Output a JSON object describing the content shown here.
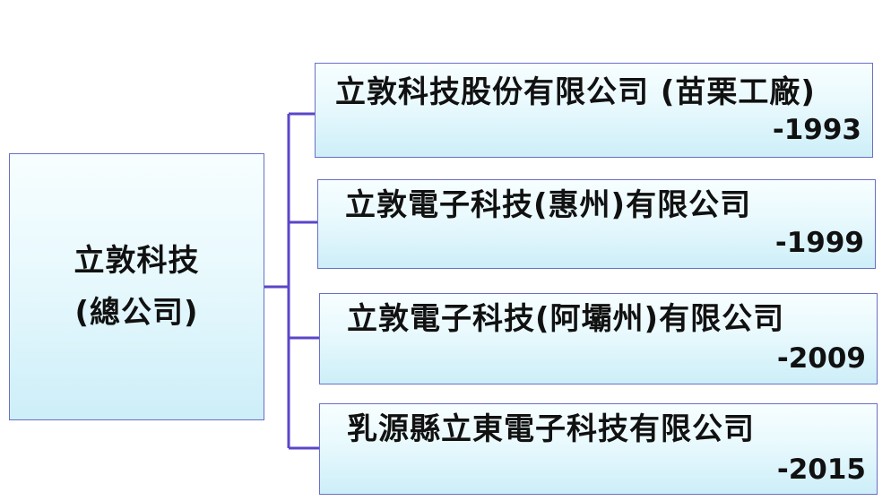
{
  "colors": {
    "connector": "#5a46c8",
    "box_border": "#6a6fc7",
    "box_fill_top": "#f7feff",
    "box_fill_bottom": "#cdeef8"
  },
  "root": {
    "line1": "立敦科技",
    "line2": "(總公司)"
  },
  "subsidiaries": [
    {
      "name": "立敦科技股份有限公司 (苗栗工廠)",
      "year": "-1993"
    },
    {
      "name": "立敦電子科技(惠州)有限公司",
      "year": "-1999"
    },
    {
      "name": "立敦電子科技(阿壩州)有限公司",
      "year": "-2009"
    },
    {
      "name": "乳源縣立東電子科技有限公司",
      "year": "-2015"
    }
  ]
}
